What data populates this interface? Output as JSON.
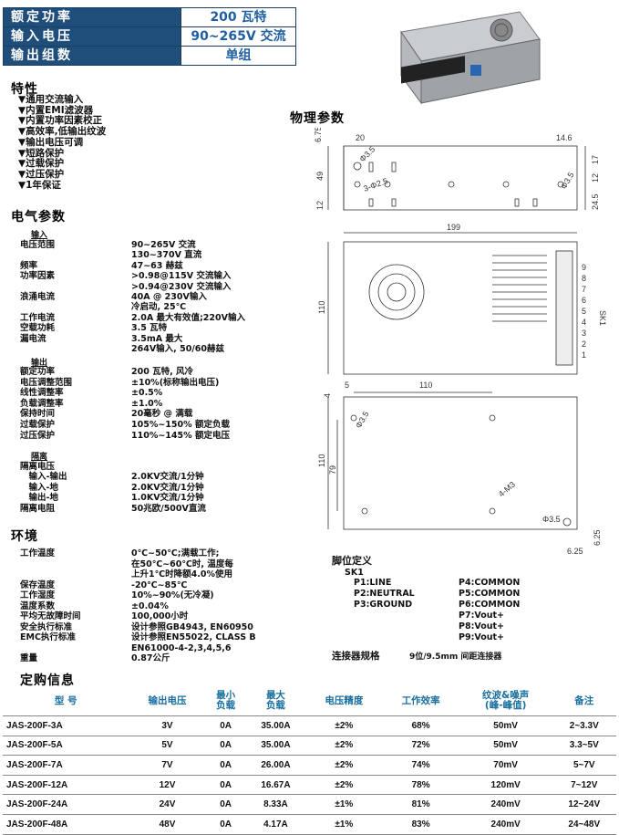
{
  "spec_box": [
    {
      "key": "额定功率",
      "value": "200 瓦特"
    },
    {
      "key": "输入电压",
      "value": "90~265V 交流"
    },
    {
      "key": "输出组数",
      "value": "单组"
    }
  ],
  "features": {
    "title": "特性",
    "items": [
      "▼通用交流输入",
      "▼内置EMI滤波器",
      "▼内置功率因素校正",
      "▼高效率,低输出纹波",
      "▼输出电压可调",
      "▼短路保护",
      "▼过载保护",
      "▼过压保护",
      "▼1年保证"
    ]
  },
  "electrical": {
    "title": "电气参数",
    "input_title": "输入",
    "input": [
      {
        "label": "电压范围",
        "value": "90~265V 交流"
      },
      {
        "label": "",
        "value": "130~370V 直流"
      },
      {
        "label": "频率",
        "value": "47~63 赫兹"
      },
      {
        "label": "功率因素",
        "value": ">0.98@115V 交流输入"
      },
      {
        "label": "",
        "value": ">0.94@230V 交流输入"
      },
      {
        "label": "浪涌电流",
        "value": "40A @ 230V输入"
      },
      {
        "label": "",
        "value": "冷启动, 25℃"
      },
      {
        "label": "工作电流",
        "value": "2.0A 最大有效值;220V输入"
      },
      {
        "label": "空载功耗",
        "value": "3.5 瓦特"
      },
      {
        "label": "漏电流",
        "value": "3.5mA 最大"
      },
      {
        "label": "",
        "value": "264V输入, 50/60赫兹"
      }
    ],
    "output_title": "输出",
    "output": [
      {
        "label": "额定功率",
        "value": "200 瓦特, 风冷"
      },
      {
        "label": "电压调整范围",
        "value": "±10%(标称输出电压)"
      },
      {
        "label": "线性调整率",
        "value": "±0.5%"
      },
      {
        "label": "负载调整率",
        "value": "±1.0%"
      },
      {
        "label": "保持时间",
        "value": "20毫秒 @ 满载"
      },
      {
        "label": "过载保护",
        "value": "105%~150% 额定负载"
      },
      {
        "label": "过压保护",
        "value": "110%~145% 额定电压"
      }
    ],
    "isolation_title": "隔离",
    "isolation": [
      {
        "label": "隔离电压",
        "value": ""
      },
      {
        "label": "　输入-输出",
        "value": "2.0KV交流/1分钟"
      },
      {
        "label": "　输入-地",
        "value": "2.0KV交流/1分钟"
      },
      {
        "label": "　输出-地",
        "value": "1.0KV交流/1分钟"
      },
      {
        "label": "隔离电阻",
        "value": "50兆欧/500V直流"
      }
    ]
  },
  "environment": {
    "title": "环境",
    "rows": [
      {
        "label": "工作温度",
        "value": "0℃~50℃;满载工作;"
      },
      {
        "label": "",
        "value": "在50℃~60℃时, 温度每"
      },
      {
        "label": "",
        "value": "上升1℃时降额4.0%使用"
      },
      {
        "label": "保存温度",
        "value": "-20℃~85℃"
      },
      {
        "label": "工作湿度",
        "value": "10%~90%(无冷凝)"
      },
      {
        "label": "温度系数",
        "value": "±0.04%"
      },
      {
        "label": "平均无故障时间",
        "value": "100,000小时"
      },
      {
        "label": "安全执行标准",
        "value": "设计参照GB4943, EN60950"
      },
      {
        "label": "EMC执行标准",
        "value": "设计参照EN55022, CLASS B"
      },
      {
        "label": "",
        "value": "EN61000-4-2,3,4,5,6"
      },
      {
        "label": "重量",
        "value": "0.87公斤"
      }
    ]
  },
  "physical": {
    "title": "物理参数",
    "dims": [
      "6.75",
      "20",
      "49",
      "12",
      "Φ3.5",
      "3-Φ2.5",
      "14.6",
      "17",
      "12",
      "24.5",
      "Φ3.5",
      "199",
      "110",
      "9",
      "8",
      "7",
      "6",
      "5",
      "4",
      "3",
      "2",
      "1",
      "SK1",
      "4",
      "5",
      "110",
      "Φ3.5",
      "110",
      "79",
      "4-M3",
      "Φ3.5",
      "6.25",
      "6.25"
    ]
  },
  "pins": {
    "title": "脚位定义",
    "connector": "SK1",
    "left": [
      "P1:LINE",
      "P2:NEUTRAL",
      "P3:GROUND"
    ],
    "right": [
      "P4:COMMON",
      "P5:COMMON",
      "P6:COMMON",
      "P7:Vout+",
      "P8:Vout+",
      "P9:Vout+"
    ],
    "connector_spec_label": "连接器规格",
    "connector_spec_value": "9位/9.5mm 间距连接器"
  },
  "order": {
    "title": "定购信息",
    "headers": [
      "型 号",
      "输出电压",
      "最小\n负载",
      "最大\n负载",
      "电压精度",
      "工作效率",
      "纹波&噪声\n(峰-峰值)",
      "备注"
    ],
    "rows": [
      [
        "JAS-200F-3A",
        "3V",
        "0A",
        "35.00A",
        "±2%",
        "68%",
        "50mV",
        "2~3.3V"
      ],
      [
        "JAS-200F-5A",
        "5V",
        "0A",
        "35.00A",
        "±2%",
        "72%",
        "50mV",
        "3.3~5V"
      ],
      [
        "JAS-200F-7A",
        "7V",
        "0A",
        "26.00A",
        "±2%",
        "74%",
        "70mV",
        "5~7V"
      ],
      [
        "JAS-200F-12A",
        "12V",
        "0A",
        "16.67A",
        "±2%",
        "78%",
        "120mV",
        "7~12V"
      ],
      [
        "JAS-200F-24A",
        "24V",
        "0A",
        "8.33A",
        "±1%",
        "81%",
        "240mV",
        "12~24V"
      ],
      [
        "JAS-200F-48A",
        "48V",
        "0A",
        "4.17A",
        "±1%",
        "83%",
        "240mV",
        "24~48V"
      ]
    ]
  }
}
